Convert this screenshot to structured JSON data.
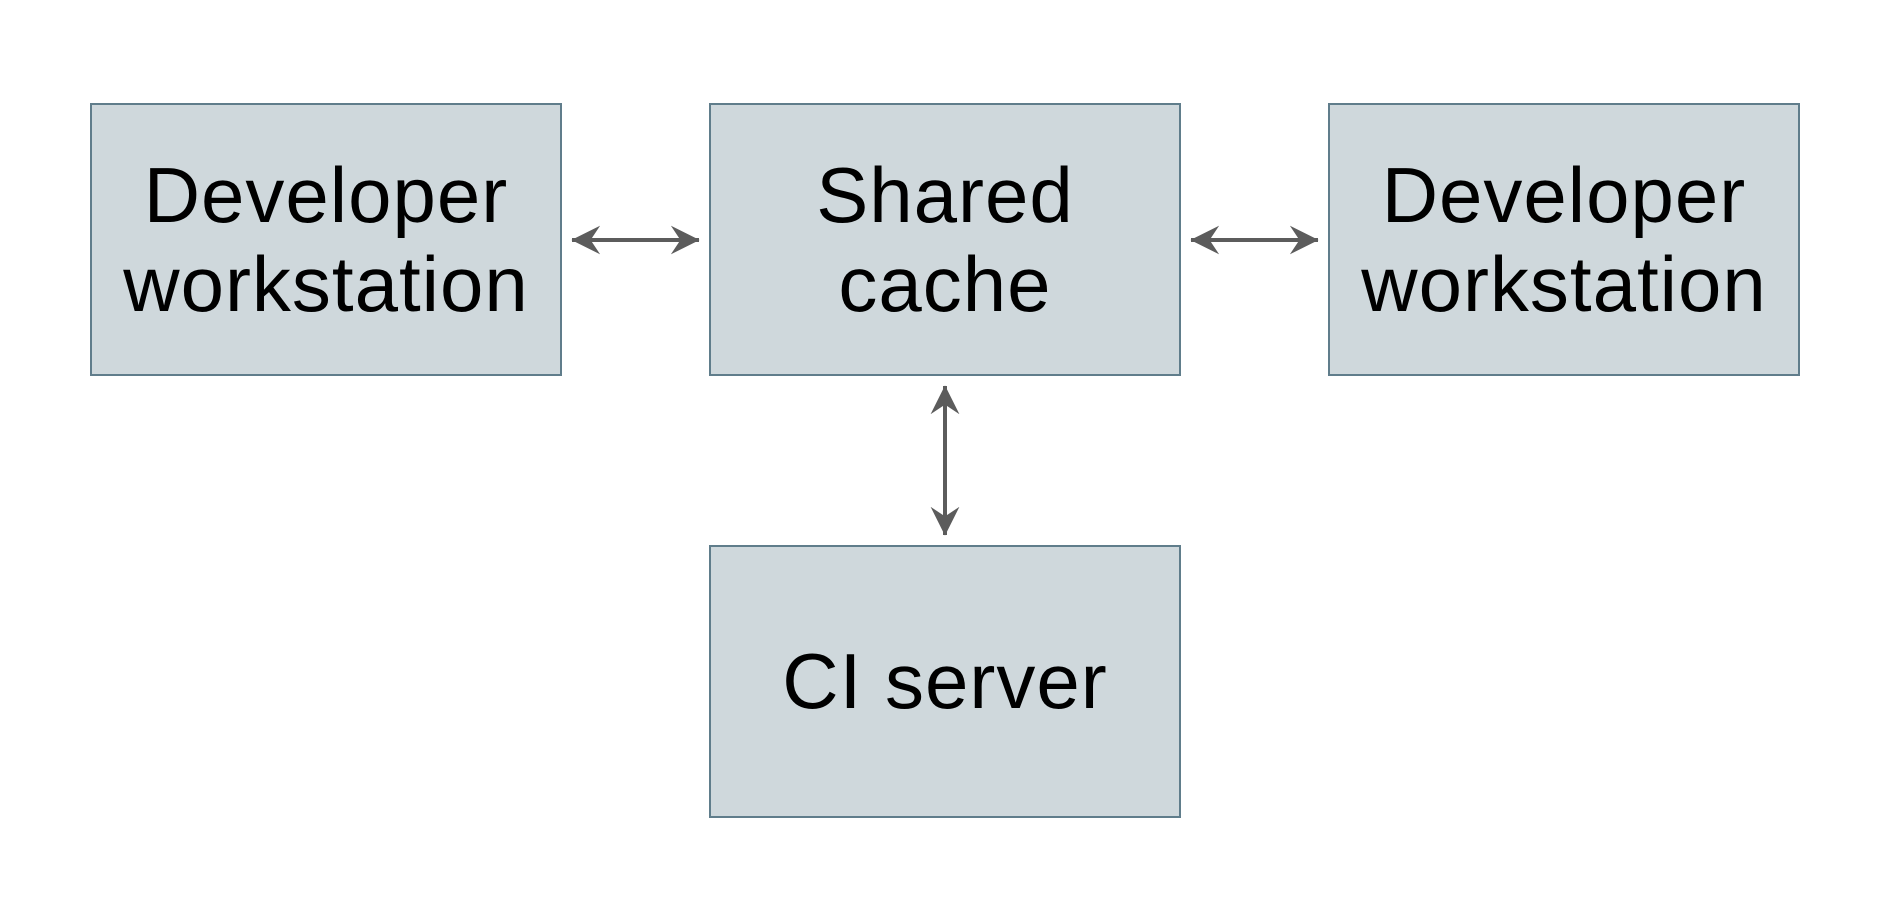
{
  "diagram": {
    "type": "architecture-diagram",
    "colors": {
      "background": "#ffffff",
      "node_fill": "#cfd8dc",
      "node_border": "#607d8b",
      "arrow": "#5c5c5c",
      "text": "#000000"
    },
    "nodes": [
      {
        "id": "developer-workstation-left",
        "label": "Developer\nworkstation"
      },
      {
        "id": "shared-cache",
        "label": "Shared\ncache"
      },
      {
        "id": "developer-workstation-right",
        "label": "Developer\nworkstation"
      },
      {
        "id": "ci-server",
        "label": "CI server"
      }
    ],
    "edges": [
      {
        "from": "developer-workstation-left",
        "to": "shared-cache",
        "direction": "bidirectional"
      },
      {
        "from": "shared-cache",
        "to": "developer-workstation-right",
        "direction": "bidirectional"
      },
      {
        "from": "shared-cache",
        "to": "ci-server",
        "direction": "bidirectional"
      }
    ]
  }
}
